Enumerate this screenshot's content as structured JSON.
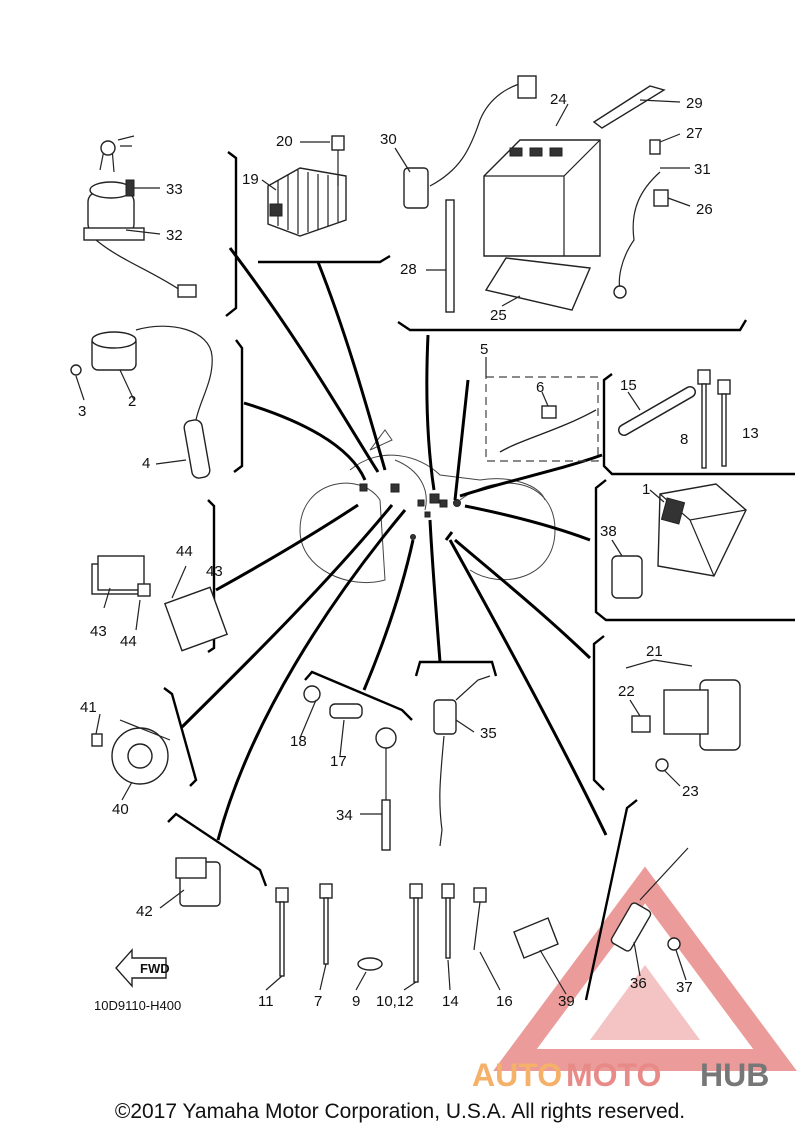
{
  "diagram": {
    "drawing_code": "10D9110-H400",
    "fwd_label": "FWD",
    "copyright": "©2017 Yamaha Motor Corporation, U.S.A. All rights reserved.",
    "watermark": {
      "part1": "AUTO",
      "part2": "MOTO",
      "part3": "HUB"
    },
    "callouts": {
      "c1": "1",
      "c2": "2",
      "c3": "3",
      "c4": "4",
      "c5": "5",
      "c6": "6",
      "c7": "7",
      "c8": "8",
      "c9": "9",
      "c10_12": "10,12",
      "c11": "11",
      "c13": "13",
      "c14": "14",
      "c15": "15",
      "c16": "16",
      "c17": "17",
      "c18": "18",
      "c19": "19",
      "c20": "20",
      "c21": "21",
      "c22": "22",
      "c23": "23",
      "c24": "24",
      "c25": "25",
      "c26": "26",
      "c27": "27",
      "c28": "28",
      "c29": "29",
      "c30": "30",
      "c31": "31",
      "c32": "32",
      "c33": "33",
      "c34": "34",
      "c35": "35",
      "c36": "36",
      "c37": "37",
      "c38": "38",
      "c39": "39",
      "c40": "40",
      "c41": "41",
      "c42": "42",
      "c43a": "43",
      "c43b": "43",
      "c44a": "44",
      "c44b": "44"
    },
    "colors": {
      "line": "#000000",
      "watermark_orange": "#f5b06a",
      "watermark_red": "#e88a88",
      "watermark_gray": "#777777"
    }
  }
}
